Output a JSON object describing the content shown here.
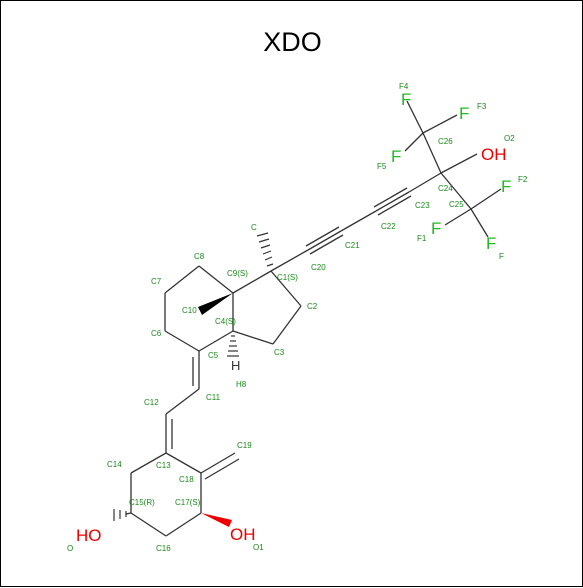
{
  "title": "XDO",
  "atom_labels": {
    "c_methyl": "C",
    "c8": "C8",
    "c9": "C9(S)",
    "c1": "C1(S)",
    "c7": "C7",
    "c10": "C10",
    "c4": "C4(S)",
    "c2": "C2",
    "c6": "C6",
    "c5": "C5",
    "c3": "C3",
    "h8": "H8",
    "c11": "C11",
    "c12": "C12",
    "c13": "C13",
    "c14": "C14",
    "c18": "C18",
    "c19": "C19",
    "c15": "C15(R)",
    "c17": "C17(S)",
    "c16": "C16",
    "o": "O",
    "o1": "O1",
    "c20": "C20",
    "c21": "C21",
    "c22": "C22",
    "c23": "C23",
    "c24": "C24",
    "c25": "C25",
    "c26": "C26",
    "o2": "O2",
    "f": "F",
    "f1": "F1",
    "f2": "F2",
    "f3": "F3",
    "f4": "F4",
    "f5": "F5"
  },
  "elements": {
    "oh_top": "OH",
    "ho_left": "HO",
    "oh_bottom": "OH",
    "h": "H",
    "f_top": "F",
    "f_right_upper": "F",
    "f_left_upper": "F",
    "f_right_lower": "F",
    "f_left_lower": "F",
    "f_bottom": "F"
  },
  "colors": {
    "carbon_label": "#1a8a1a",
    "fluorine": "#22bb22",
    "oxygen": "#ee0000",
    "bond": "#333333"
  }
}
